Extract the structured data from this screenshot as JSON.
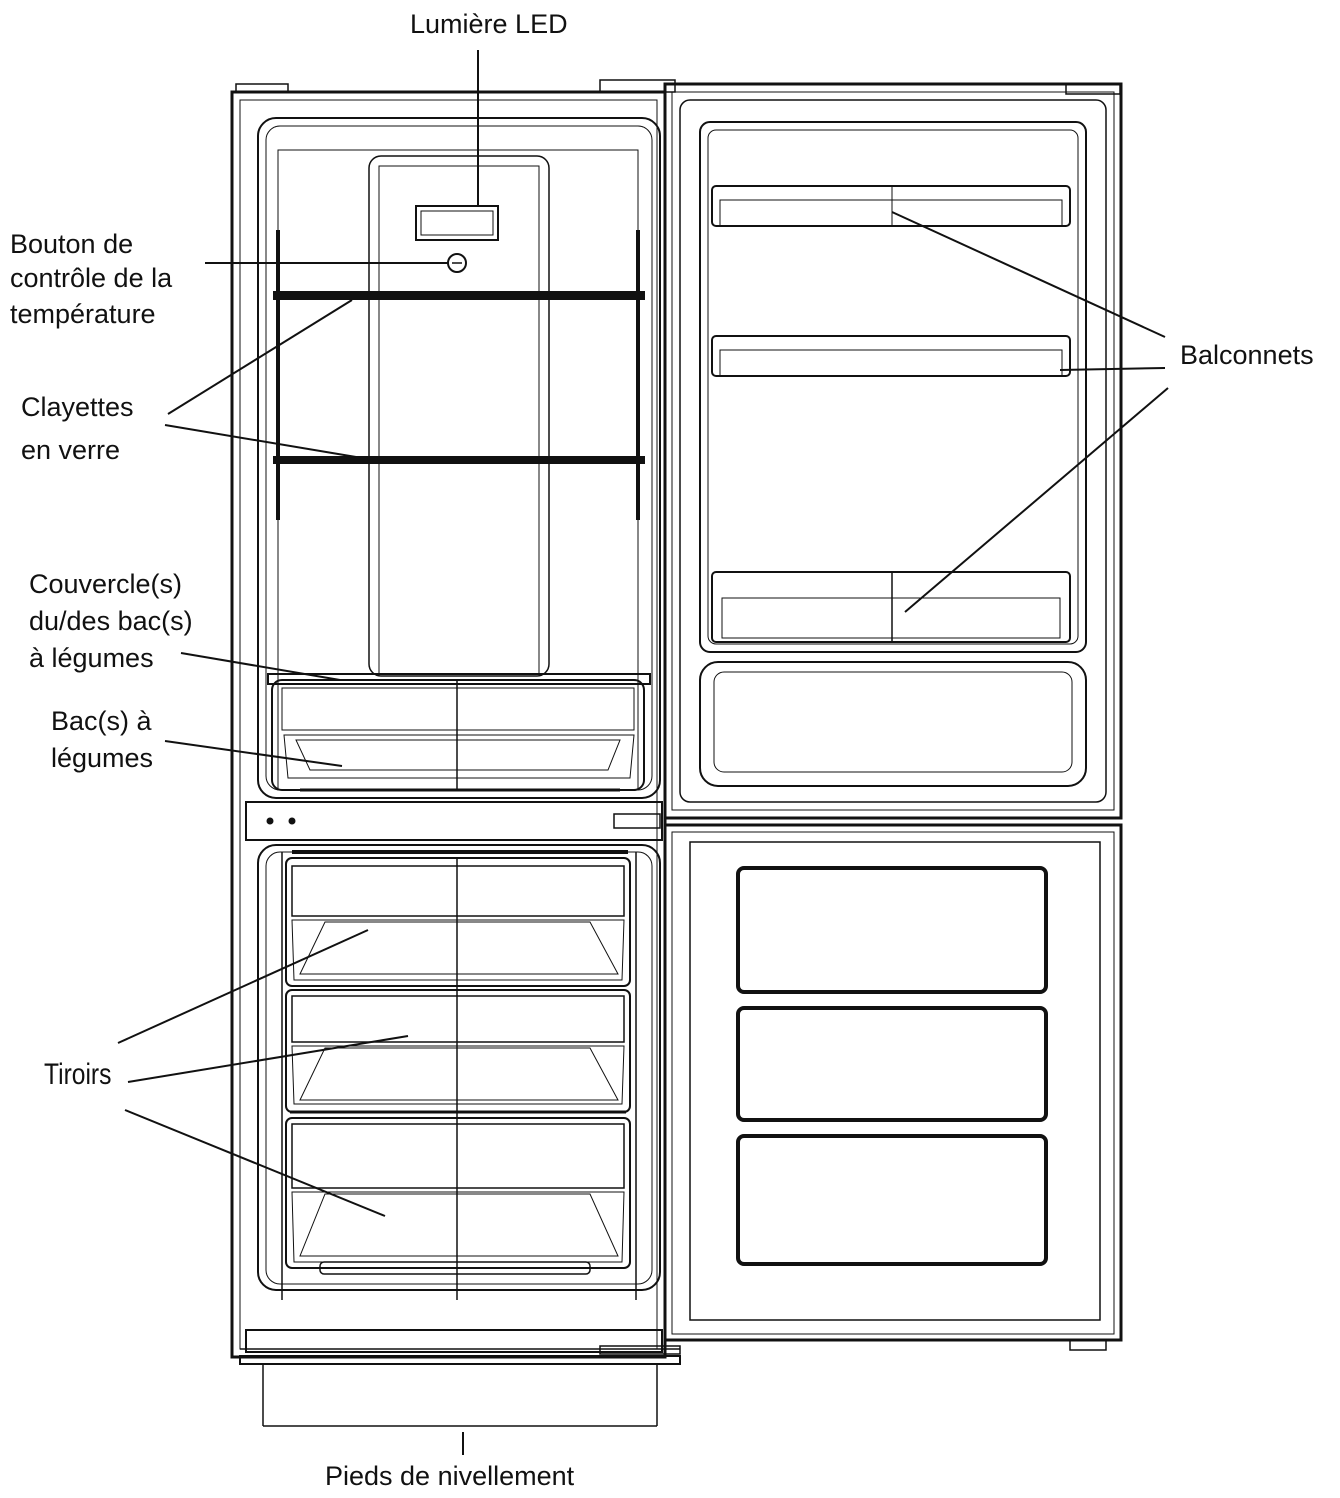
{
  "labels": {
    "led": "Lumière LED",
    "temp_control": [
      "Bouton de",
      "contrôle de la",
      "température"
    ],
    "glass_shelves": [
      "Clayettes",
      "en verre"
    ],
    "crisper_cover": [
      "Couvercle(s)",
      "du/des bac(s)",
      "à légumes"
    ],
    "crisper": [
      "Bac(s) à",
      "légumes"
    ],
    "door_balconies": "Balconnets",
    "drawers": "Tiroirs",
    "leveling_feet": "Pieds de nivellement"
  },
  "colors": {
    "line": "#111111",
    "background": "#ffffff"
  }
}
